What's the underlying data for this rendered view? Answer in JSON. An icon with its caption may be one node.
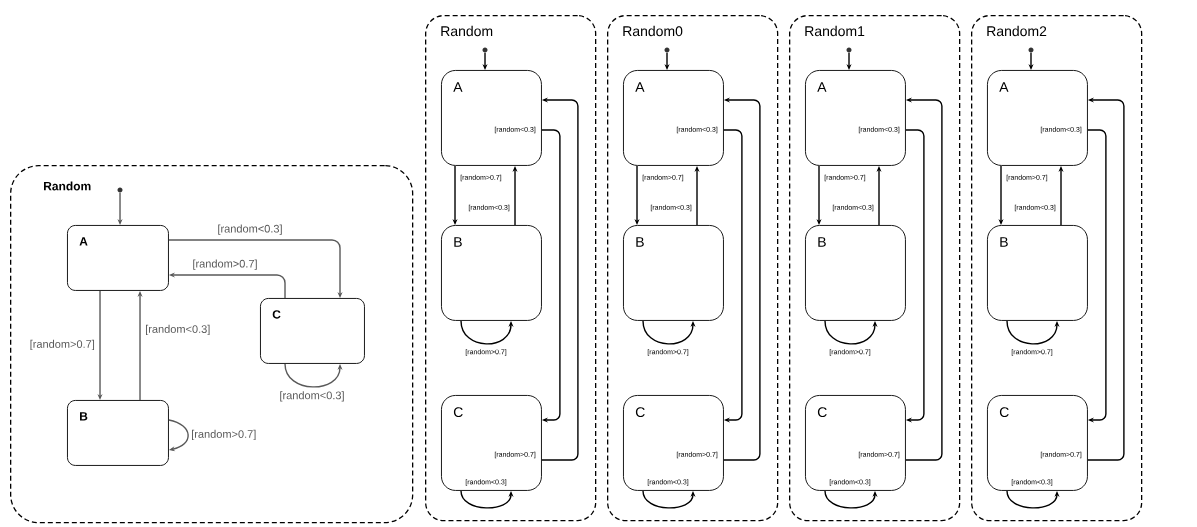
{
  "diagram": {
    "nodes": [
      {
        "text": [
          "Random"
        ]
      },
      {
        "text": [],
        "shape": "circle",
        "in": 0
      },
      {
        "text": [
          "A"
        ],
        "in": 0
      },
      {
        "text": [
          "B"
        ],
        "in": 0
      },
      {
        "text": [
          "C"
        ],
        "in": 0
      },
      {
        "text": [
          "Random"
        ]
      },
      {
        "text": [],
        "shape": "circle",
        "in": 5
      },
      {
        "text": [
          "A"
        ],
        "in": 5
      },
      {
        "text": [
          "B"
        ],
        "in": 5
      },
      {
        "text": [
          "C"
        ],
        "in": 5
      },
      {
        "text": [
          "Random0"
        ]
      },
      {
        "text": [],
        "shape": "circle",
        "in": 10
      },
      {
        "text": [
          "A"
        ],
        "in": 10
      },
      {
        "text": [
          "B"
        ],
        "in": 10
      },
      {
        "text": [
          "C"
        ],
        "in": 10
      },
      {
        "text": [
          "Random1"
        ]
      },
      {
        "text": [],
        "shape": "circle",
        "in": 15
      },
      {
        "text": [
          "A"
        ],
        "in": 15
      },
      {
        "text": [
          "B"
        ],
        "in": 15
      },
      {
        "text": [
          "C"
        ],
        "in": 15
      },
      {
        "text": [
          "Random2"
        ]
      },
      {
        "text": [],
        "shape": "circle",
        "in": 20
      },
      {
        "text": [
          "A"
        ],
        "in": 20
      },
      {
        "text": [
          "B"
        ],
        "in": 20
      },
      {
        "text": [
          "C"
        ],
        "in": 20
      }
    ],
    "edges": [
      {
        "from": 1,
        "to": 2,
        "arrow": "to",
        "color": "#595959"
      },
      {
        "from": 2,
        "to": 3,
        "label": "[random>0.7]",
        "arrow": "to",
        "color": "#595959"
      },
      {
        "from": 3,
        "to": 2,
        "label": "[random<0.3]",
        "arrow": "to",
        "color": "#595959"
      },
      {
        "from": 2,
        "to": 4,
        "label": "[random<0.3]",
        "arrow": "to",
        "color": "#595959"
      },
      {
        "from": 4,
        "to": 2,
        "label": "[random>0.7]",
        "arrow": "to",
        "color": "#595959"
      },
      {
        "from": 3,
        "to": 3,
        "label": "[random>0.7]",
        "arrow": "to",
        "color": "#595959"
      },
      {
        "from": 4,
        "to": 4,
        "label": "[random<0.3]",
        "arrow": "to",
        "color": "#595959"
      },
      {
        "from": 6,
        "to": 7,
        "arrow": "to"
      },
      {
        "from": 7,
        "to": 8,
        "label": "[random>0.7]",
        "arrow": "to"
      },
      {
        "from": 8,
        "to": 7,
        "label": "[random<0.3]",
        "arrow": "to"
      },
      {
        "from": 7,
        "to": 9,
        "label": "[random<0.3]",
        "arrow": "to"
      },
      {
        "from": 9,
        "to": 7,
        "label": "[random>0.7]",
        "arrow": "to"
      },
      {
        "from": 8,
        "to": 8,
        "label": "[random>0.7]",
        "arrow": "to"
      },
      {
        "from": 9,
        "to": 9,
        "label": "[random<0.3]",
        "arrow": "to"
      },
      {
        "from": 11,
        "to": 12,
        "arrow": "to"
      },
      {
        "from": 12,
        "to": 13,
        "label": "[random>0.7]",
        "arrow": "to"
      },
      {
        "from": 13,
        "to": 12,
        "label": "[random<0.3]",
        "arrow": "to"
      },
      {
        "from": 12,
        "to": 14,
        "label": "[random<0.3]",
        "arrow": "to"
      },
      {
        "from": 14,
        "to": 12,
        "label": "[random>0.7]",
        "arrow": "to"
      },
      {
        "from": 13,
        "to": 13,
        "label": "[random>0.7]",
        "arrow": "to"
      },
      {
        "from": 14,
        "to": 14,
        "label": "[random<0.3]",
        "arrow": "to"
      },
      {
        "from": 16,
        "to": 17,
        "arrow": "to"
      },
      {
        "from": 17,
        "to": 18,
        "label": "[random>0.7]",
        "arrow": "to"
      },
      {
        "from": 18,
        "to": 17,
        "label": "[random<0.3]",
        "arrow": "to"
      },
      {
        "from": 17,
        "to": 19,
        "label": "[random<0.3]",
        "arrow": "to"
      },
      {
        "from": 19,
        "to": 17,
        "label": "[random>0.7]",
        "arrow": "to"
      },
      {
        "from": 18,
        "to": 18,
        "label": "[random>0.7]",
        "arrow": "to"
      },
      {
        "from": 19,
        "to": 19,
        "label": "[random<0.3]",
        "arrow": "to"
      },
      {
        "from": 21,
        "to": 22,
        "arrow": "to"
      },
      {
        "from": 22,
        "to": 23,
        "label": "[random>0.7]",
        "arrow": "to"
      },
      {
        "from": 23,
        "to": 22,
        "label": "[random<0.3]",
        "arrow": "to"
      },
      {
        "from": 22,
        "to": 24,
        "label": "[random<0.3]",
        "arrow": "to"
      },
      {
        "from": 24,
        "to": 22,
        "label": "[random>0.7]",
        "arrow": "to"
      },
      {
        "from": 23,
        "to": 23,
        "label": "[random>0.7]",
        "arrow": "to"
      },
      {
        "from": 24,
        "to": 24,
        "label": "[random<0.3]",
        "arrow": "to"
      }
    ]
  }
}
